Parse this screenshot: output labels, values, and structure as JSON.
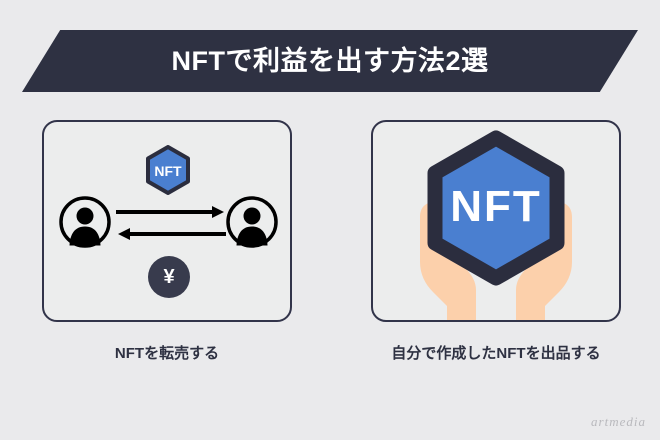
{
  "banner": {
    "title": "NFTで利益を出す方法2選",
    "background_color": "#2e3142",
    "text_color": "#ffffff"
  },
  "page": {
    "background_color": "#eaeaec"
  },
  "cards": [
    {
      "id": "resell",
      "caption": "NFTを転売する",
      "border_color": "#32344a",
      "background_color": "#eceded",
      "icons": {
        "nft_badge_label": "NFT",
        "nft_badge_fill": "#4a7fd0",
        "nft_badge_outline": "#2b2d3e",
        "yen_symbol": "¥",
        "yen_coin_color": "#383b4d",
        "avatar_color": "#000000",
        "arrow_color": "#000000"
      }
    },
    {
      "id": "mint",
      "caption": "自分で作成したNFTを出品する",
      "border_color": "#32344a",
      "background_color": "#eceded",
      "icons": {
        "nft_badge_label": "NFT",
        "nft_badge_fill": "#4a7fd0",
        "nft_badge_outline": "#2b2d3e",
        "hand_color": "#fcd0ab"
      }
    }
  ],
  "watermark": {
    "text": "artmedia",
    "color": "#b9b9bd"
  }
}
